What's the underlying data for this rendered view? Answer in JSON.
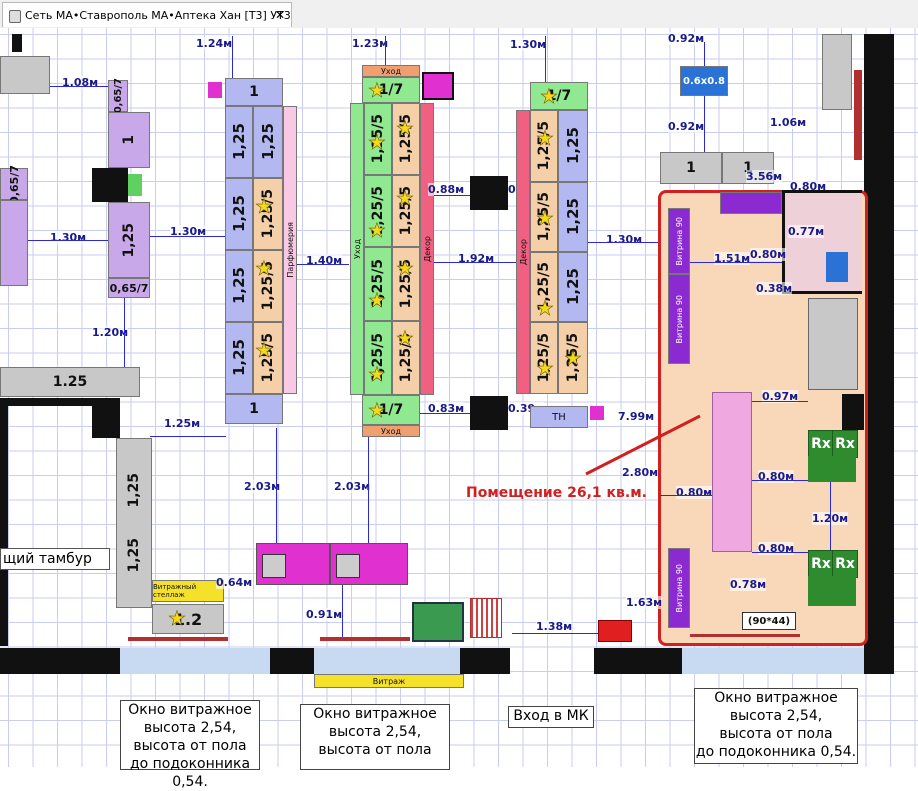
{
  "window": {
    "tab_title": "Сеть МА•Ставрополь МА•Аптека Хан [Т3] УТ3"
  },
  "dims": {
    "d1": "1.24м",
    "d2": "1.23м",
    "d3": "1.30м",
    "d4": "0.92м",
    "d5": "1.08м",
    "d6": "1.06м",
    "d7": "0.92м",
    "d8": "1.30м",
    "d9": "1.30м",
    "d10": "0.88м",
    "d11": "0.38м",
    "d12": "1.30м",
    "d13": "1.40м",
    "d14": "1.92м",
    "d15": "1.20м",
    "d16": "1.25м",
    "d17": "0.83м",
    "d18": "0.39м",
    "d19": "7.99м",
    "d20": "2.03м",
    "d21": "2.03м",
    "d22": "0.64м",
    "d23": "0.91м",
    "d24": "1.38м",
    "d25": "1.63м",
    "d26": "3.56м",
    "d27": "0.80м",
    "d28": "0.77м",
    "d29": "1.51м",
    "d30": "0.80м",
    "d31": "0.38м",
    "d32": "0.97м",
    "d33": "2.80м",
    "d34": "0.80м",
    "d35": "0.80м",
    "d36": "1.20м",
    "d37": "0.80м",
    "d38": "0.78м"
  },
  "shelves": {
    "s125": "1,25",
    "s125s": "1,25/5",
    "s1": "1",
    "s17": "1/7",
    "s065": "0,65/7",
    "s12": "1.2",
    "s06": "0.6x0.8",
    "tn": "ТН",
    "ukhod": "Уход",
    "dekor": "Декор",
    "parf": "Парфюмерия",
    "vitr_st": "Витражный стеллаж",
    "vitrazh": "Витраж",
    "vitrina90": "Витрина 90",
    "rx": "Rx",
    "sd": "(90*44)"
  },
  "labels": {
    "room": "Помещение 26,1 кв.м.",
    "tambur": "щий тамбур",
    "window1_l1": "Окно витражное",
    "window1_l2": "высота 2,54,",
    "window1_l3": "высота от пола",
    "window1_l4": "до подоконника 0,54.",
    "window2_l1": "Окно витражное",
    "window2_l2": "высота 2,54,",
    "window2_l3": "высота от пола",
    "window3_l1": "Окно витражное",
    "window3_l2": "высота 2,54,",
    "window3_l3": "высота от пола",
    "window3_l4": "до подоконника 0,54.",
    "entrance": "Вход в МК",
    "left_shelf": "1.25"
  }
}
